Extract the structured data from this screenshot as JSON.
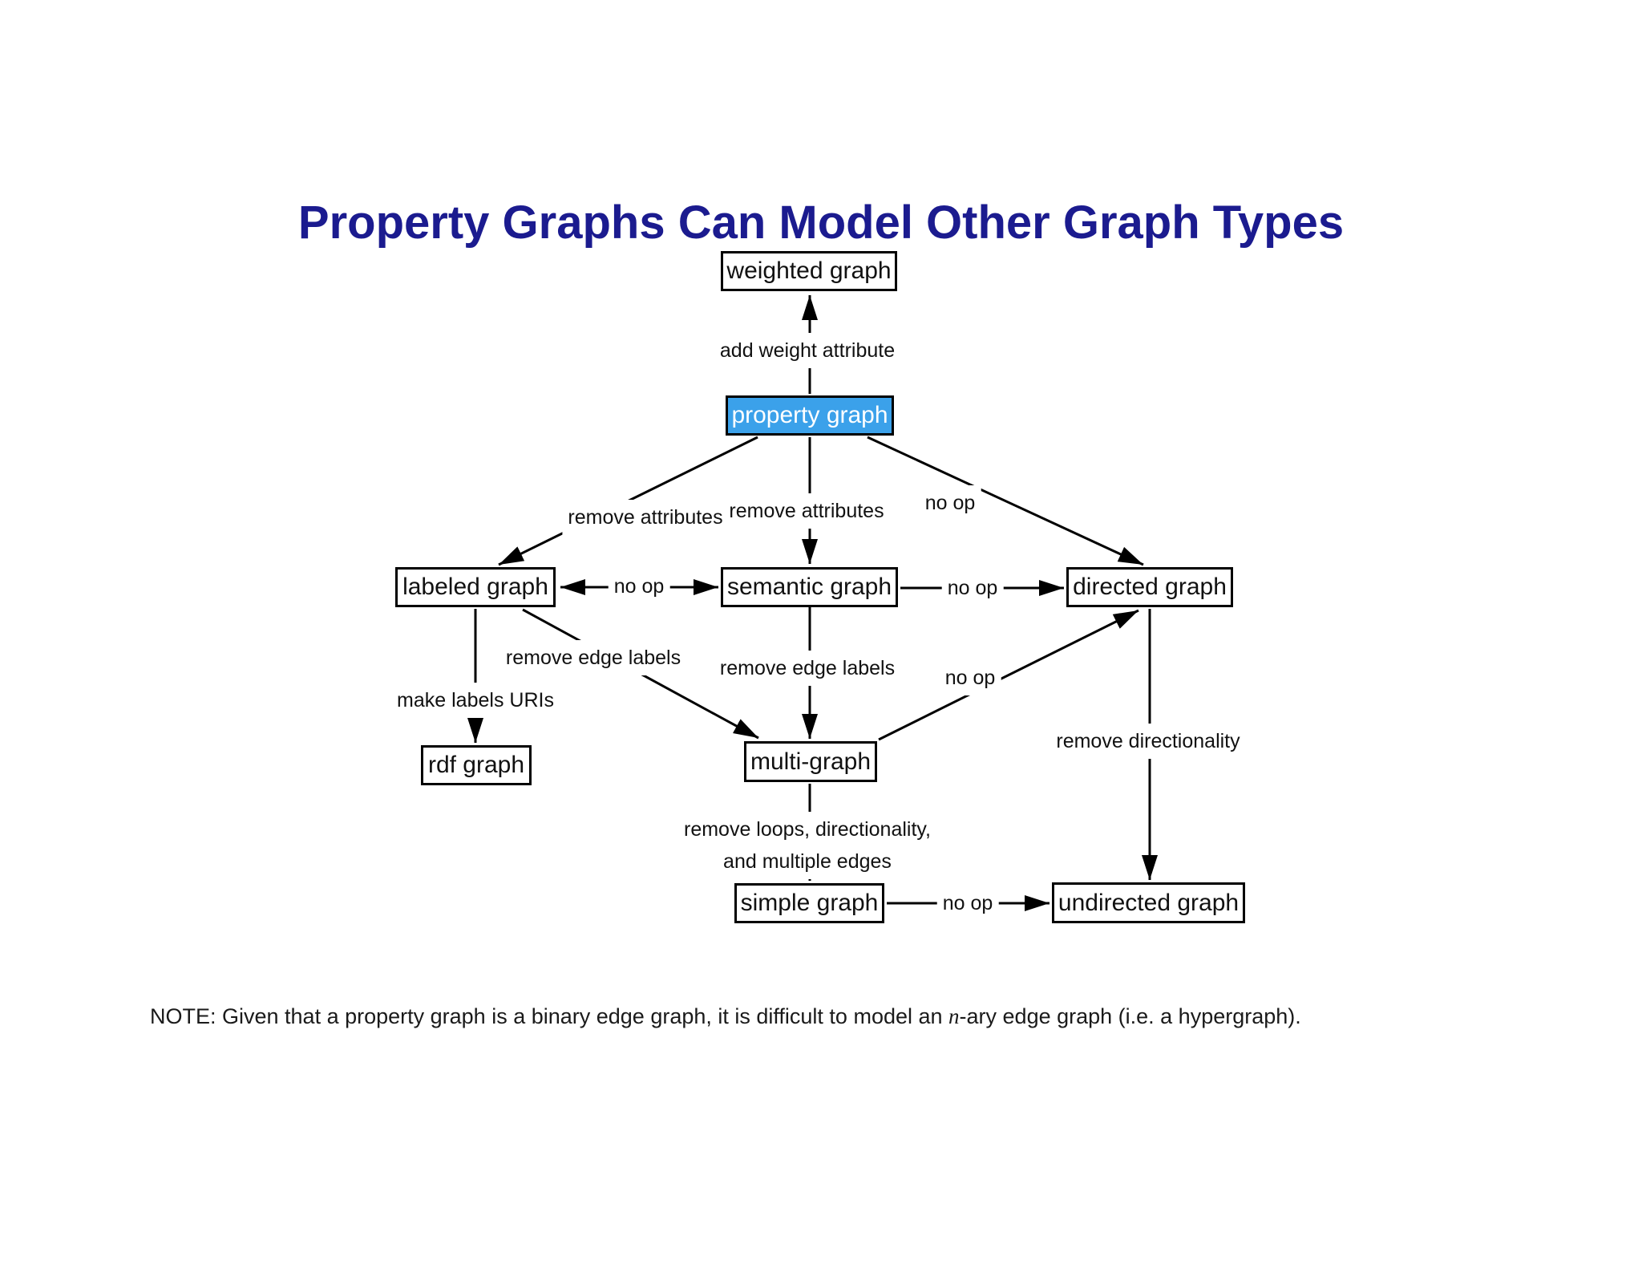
{
  "title": "Property Graphs Can Model Other Graph Types",
  "colors": {
    "title_navy": "#1b1b8f",
    "highlight_blue": "#3ba1ea",
    "line_black": "#000000",
    "node_background": "#ffffff"
  },
  "nodes": [
    {
      "id": "weighted-graph",
      "label": "weighted graph",
      "highlighted": false
    },
    {
      "id": "property-graph",
      "label": "property graph",
      "highlighted": true
    },
    {
      "id": "labeled-graph",
      "label": "labeled graph",
      "highlighted": false
    },
    {
      "id": "semantic-graph",
      "label": "semantic graph",
      "highlighted": false
    },
    {
      "id": "directed-graph",
      "label": "directed graph",
      "highlighted": false
    },
    {
      "id": "rdf-graph",
      "label": "rdf graph",
      "highlighted": false
    },
    {
      "id": "multi-graph",
      "label": "multi-graph",
      "highlighted": false
    },
    {
      "id": "simple-graph",
      "label": "simple graph",
      "highlighted": false
    },
    {
      "id": "undirected-graph",
      "label": "undirected graph",
      "highlighted": false
    }
  ],
  "edges": [
    {
      "from": "property graph",
      "to": "weighted graph",
      "label": "add weight attribute",
      "bidirectional": false
    },
    {
      "from": "property graph",
      "to": "labeled graph",
      "label": "remove attributes",
      "bidirectional": false
    },
    {
      "from": "property graph",
      "to": "semantic graph",
      "label": "remove attributes",
      "bidirectional": false
    },
    {
      "from": "property graph",
      "to": "directed graph",
      "label": "no op",
      "bidirectional": false
    },
    {
      "from": "labeled graph",
      "to": "semantic graph",
      "label": "no op",
      "bidirectional": true
    },
    {
      "from": "semantic graph",
      "to": "directed graph",
      "label": "no op",
      "bidirectional": false
    },
    {
      "from": "labeled graph",
      "to": "rdf graph",
      "label": "make labels URIs",
      "bidirectional": false
    },
    {
      "from": "labeled graph",
      "to": "multi-graph",
      "label": "remove edge labels",
      "bidirectional": false
    },
    {
      "from": "semantic graph",
      "to": "multi-graph",
      "label": "remove edge labels",
      "bidirectional": false
    },
    {
      "from": "multi-graph",
      "to": "directed graph",
      "label": "no op",
      "bidirectional": false
    },
    {
      "from": "directed graph",
      "to": "undirected graph",
      "label": "remove directionality",
      "bidirectional": false
    },
    {
      "from": "multi-graph",
      "to": "simple graph",
      "label": "remove loops, directionality,\nand multiple edges",
      "bidirectional": false
    },
    {
      "from": "simple graph",
      "to": "undirected graph",
      "label": "no op",
      "bidirectional": false
    }
  ],
  "note": {
    "prefix": "NOTE: Given that a property graph is a binary edge graph, it is difficult to model an ",
    "var": "n",
    "suffix": "-ary edge graph (i.e. a hypergraph)."
  }
}
